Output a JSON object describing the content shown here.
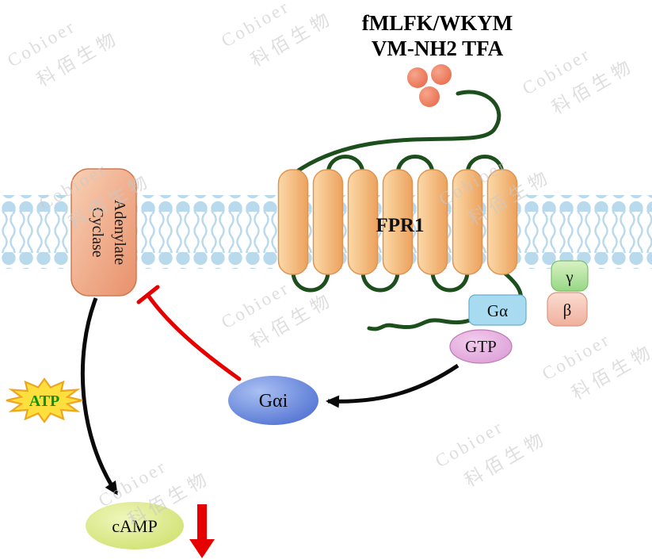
{
  "title": {
    "line1": "fMLFK/WKYM",
    "line2": "VM-NH2 TFA"
  },
  "receptor": {
    "label": "FPR1"
  },
  "enzyme": {
    "line1": "Adenylate",
    "line2": "Cyclase"
  },
  "g_protein": {
    "alpha": "Gα",
    "gtp": "GTP",
    "gamma": "γ",
    "beta": "β",
    "alpha_i": "Gαi"
  },
  "molecules": {
    "atp": "ATP",
    "camp": "cAMP"
  },
  "watermark": {
    "latin": "Cobioer",
    "cjk": "科佰生物"
  },
  "colors": {
    "membrane": "#b9d9ec",
    "helix_light": "#fbd9a8",
    "helix_dark": "#eda25e",
    "helix_stroke": "#de9553",
    "strand_green": "#1d4f1d",
    "enzyme_light": "#f8d0b4",
    "enzyme_dark": "#e8906a",
    "enzyme_stroke": "#d07a54",
    "ligand_light": "#f6a58c",
    "ligand_dark": "#e86a4a",
    "galpha_fill": "#a8dbf0",
    "galpha_stroke": "#63aed0",
    "gtp_light": "#f3cdee",
    "gtp_dark": "#d795d2",
    "gtp_stroke": "#bb79b6",
    "gamma_light": "#d9f2c4",
    "gamma_dark": "#97d785",
    "gamma_stroke": "#7cbd6b",
    "beta_light": "#fbdcd2",
    "beta_dark": "#f0b09c",
    "beta_stroke": "#d9967f",
    "gai_light": "#a9c0f2",
    "gai_dark": "#3f62cc",
    "camp_light": "#f0f6bc",
    "camp_dark": "#c9dd60",
    "atp_fill": "#ffdf3e",
    "atp_stroke": "#efa51e",
    "atp_text": "#089408",
    "inhibit_red": "#e60000",
    "arrow_black": "#0a0a0a"
  }
}
